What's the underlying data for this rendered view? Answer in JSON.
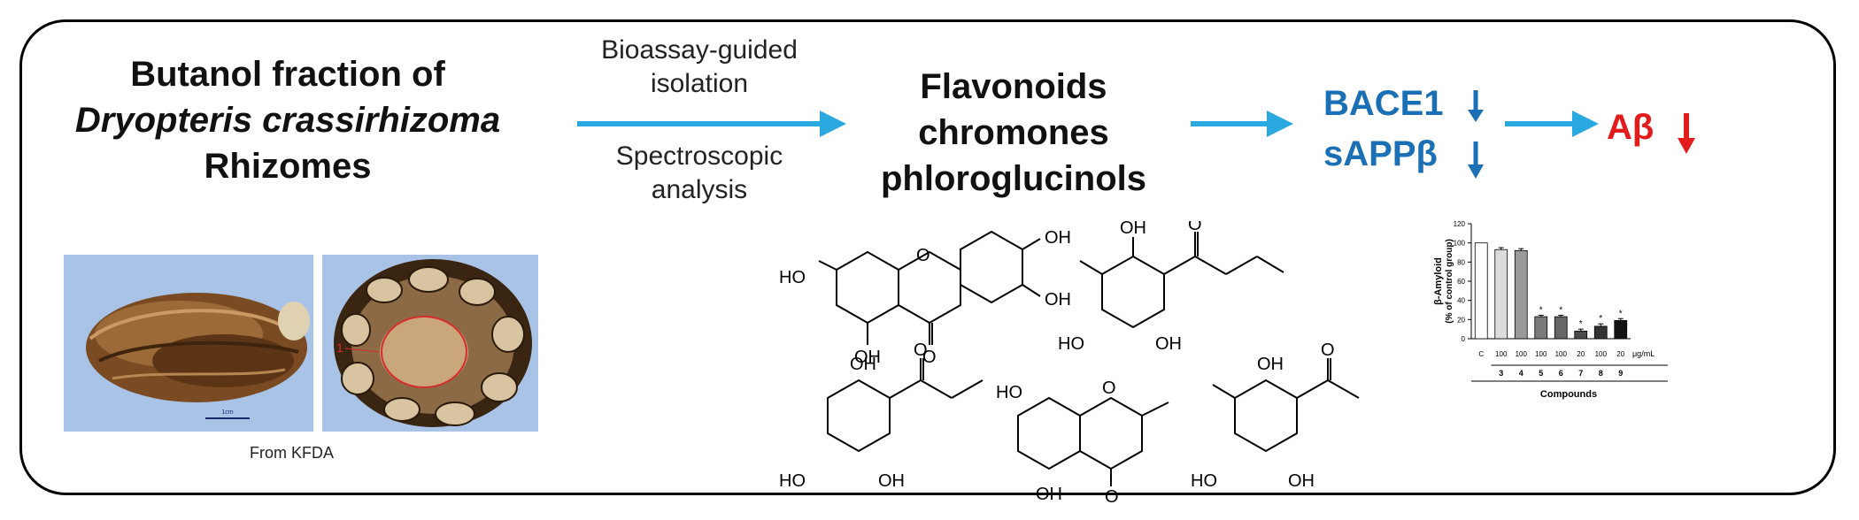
{
  "diagram": {
    "source_block": {
      "line1": "Butanol fraction of",
      "line2": "Dryopteris crassirhizoma",
      "line3": "Rhizomes"
    },
    "step_top": [
      "Bioassay-guided",
      "isolation"
    ],
    "step_bottom": [
      "Spectroscopic",
      "analysis"
    ],
    "compounds_block": [
      "Flavonoids",
      "chromones",
      "phloroglucinols"
    ],
    "targets": [
      "BACE1",
      "sAPPβ"
    ],
    "outcome": "Aβ",
    "photo_marker": "1",
    "photo_scale_label": "1cm",
    "photo_caption": "From KFDA",
    "colors": {
      "arrow": "#29a9df",
      "target": "#1a6fb5",
      "outcome": "#e21c1c"
    },
    "structure_labels": {
      "flavanone": [
        "HO",
        "OH",
        "OH",
        "OH",
        "O",
        "O"
      ],
      "phloroglucinol_top": [
        "OH",
        "O",
        "HO",
        "OH"
      ],
      "phloroglucinol_left": [
        "OH",
        "O",
        "HO",
        "OH"
      ],
      "chromone": [
        "HO",
        "O",
        "OH",
        "O"
      ],
      "phloroglucinol_right": [
        "OH",
        "O",
        "HO",
        "OH"
      ]
    }
  },
  "chart_data": {
    "type": "bar",
    "ylabel": "β-Amyloid",
    "ylabel_sub": "(% of control group)",
    "xlabel": "Compounds",
    "ylim": [
      0,
      120
    ],
    "yticks": [
      0,
      20,
      40,
      60,
      80,
      100,
      120
    ],
    "categories": [
      "C",
      "3",
      "4",
      "5",
      "6",
      "7",
      "8",
      "9"
    ],
    "doses": [
      "",
      "100",
      "100",
      "100",
      "100",
      "20",
      "100",
      "20"
    ],
    "dose_unit": "μg/mL",
    "values": [
      100,
      93,
      92,
      23,
      23,
      8,
      13,
      19
    ],
    "errors": [
      0,
      2,
      2,
      1.5,
      1.5,
      2,
      2.5,
      2
    ],
    "significant": [
      false,
      false,
      false,
      true,
      true,
      true,
      true,
      true
    ],
    "significance_mark": "*",
    "bar_colors": [
      "#ffffff",
      "#dcdcdc",
      "#9a9a9a",
      "#7a7a7a",
      "#666666",
      "#4a4a4a",
      "#333333",
      "#111111"
    ],
    "grid": false,
    "legend": "none"
  }
}
